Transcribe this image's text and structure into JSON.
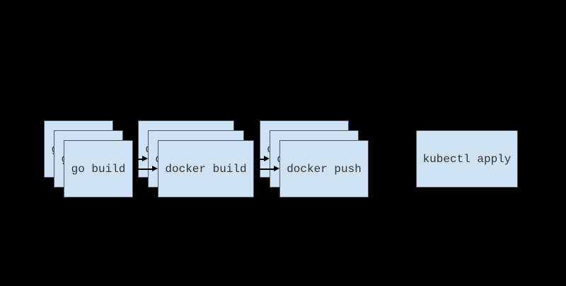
{
  "diagram": {
    "description": "build and deploy pipeline with stacked repeated steps",
    "colors": {
      "background": "#000000",
      "box-fill": "#cfe2f3",
      "box-border": "#4a5662",
      "text": "#333333",
      "arrow": "#000000"
    },
    "stacks": [
      {
        "label": "go build",
        "layers": 3
      },
      {
        "label": "docker build",
        "layers": 3
      },
      {
        "label": "docker push",
        "layers": 3
      }
    ],
    "single_box": {
      "label": "kubectl apply"
    },
    "connections": [
      {
        "from": "go build",
        "to": "docker build",
        "per_layer": true
      },
      {
        "from": "docker build",
        "to": "docker push",
        "per_layer": true
      }
    ]
  }
}
